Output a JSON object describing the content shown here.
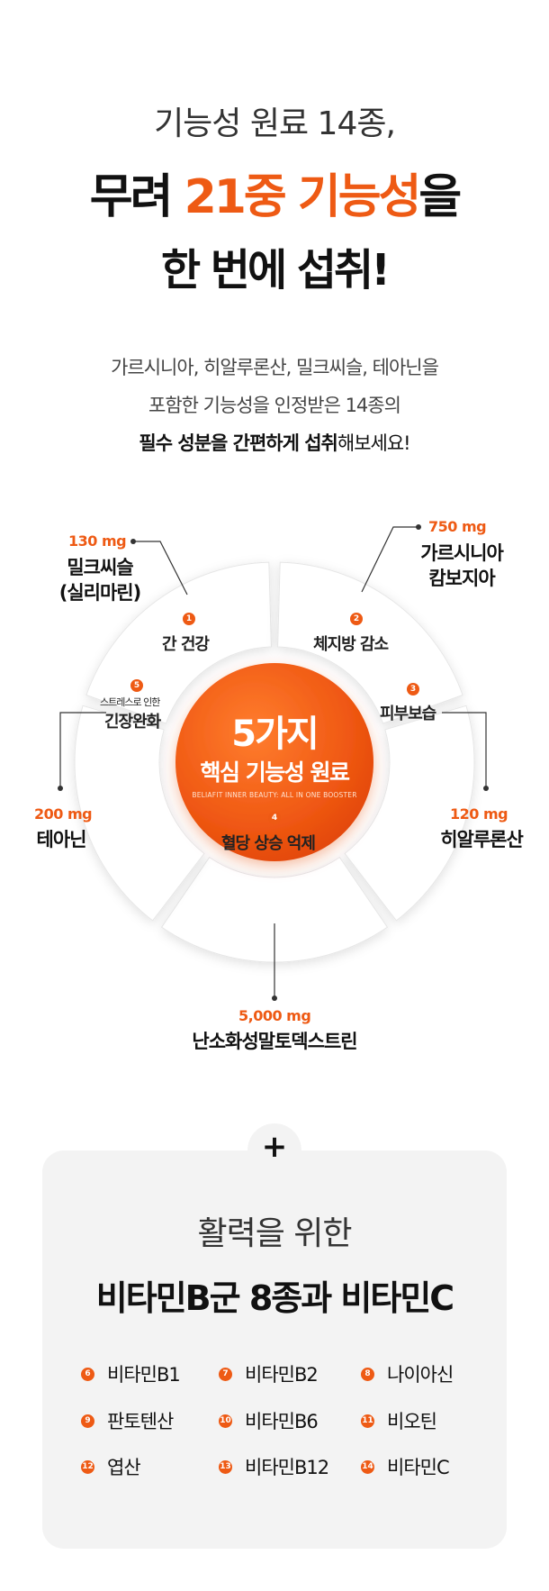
{
  "headline": {
    "line1": "기능성 원료 14종,",
    "line2_pre": "무려 ",
    "line2_accent": "21중 기능성",
    "line2_post": "을",
    "line3": "한 번에 섭취!"
  },
  "description": {
    "line1": "가르시니아, 히알루론산, 밀크씨슬, 테아닌을",
    "line2": "포함한 기능성을 인정받은 14종의",
    "line3_bold": "필수 성분을 간편하게 섭취",
    "line3_rest": "해보세요!"
  },
  "core": {
    "title": "5가지",
    "subtitle": "핵심 기능성 원료",
    "small": "BELIAFIT INNER BEAUTY: ALL IN ONE BOOSTER"
  },
  "segments": [
    {
      "num": "1",
      "label": "간 건강",
      "sub": ""
    },
    {
      "num": "2",
      "label": "체지방 감소",
      "sub": ""
    },
    {
      "num": "3",
      "label": "피부보습",
      "sub": ""
    },
    {
      "num": "4",
      "label": "혈당 상승 억제",
      "sub": ""
    },
    {
      "num": "5",
      "label": "긴장완화",
      "sub": "스트레스로 인한"
    }
  ],
  "ingredients": [
    {
      "mg": "130 mg",
      "line1": "밀크씨슬",
      "line2": "(실리마린)"
    },
    {
      "mg": "750 mg",
      "line1": "가르시니아",
      "line2": "캄보지아"
    },
    {
      "mg": "120 mg",
      "line1": "히알루론산",
      "line2": ""
    },
    {
      "mg": "5,000 mg",
      "line1": "난소화성말토덱스트린",
      "line2": ""
    },
    {
      "mg": "200 mg",
      "line1": "테아닌",
      "line2": ""
    }
  ],
  "vitamin_card": {
    "plus": "+",
    "title1": "활력을 위한",
    "title2": "비타민B군 8종과 비타민C",
    "items": [
      {
        "num": "6",
        "label": "비타민B1"
      },
      {
        "num": "7",
        "label": "비타민B2"
      },
      {
        "num": "8",
        "label": "나이아신"
      },
      {
        "num": "9",
        "label": "판토텐산"
      },
      {
        "num": "10",
        "label": "비타민B6"
      },
      {
        "num": "11",
        "label": "비오틴"
      },
      {
        "num": "12",
        "label": "엽산"
      },
      {
        "num": "13",
        "label": "비타민B12"
      },
      {
        "num": "14",
        "label": "비타민C"
      }
    ]
  },
  "colors": {
    "accent": "#ee5a14",
    "card_bg": "#f3f3f3",
    "segment_fill": "#ffffff",
    "segment_shadow": "#e6e6e6"
  }
}
